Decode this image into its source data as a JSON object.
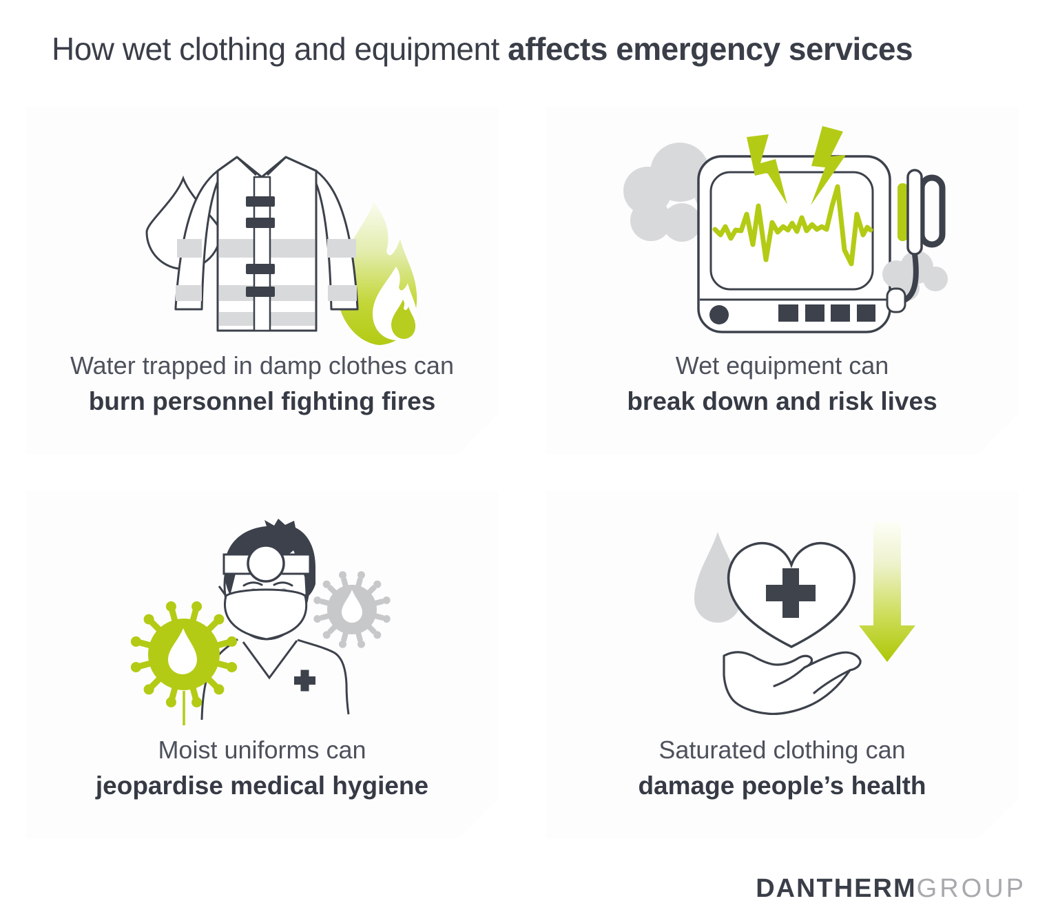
{
  "title": {
    "regular": "How wet clothing and equipment ",
    "bold": "affects emergency services"
  },
  "cards": [
    {
      "icon": "firefighter-jacket-flame",
      "line1": "Water trapped in damp clothes can",
      "line2": "burn personnel fighting fires"
    },
    {
      "icon": "wet-heart-monitor",
      "line1": "Wet equipment can",
      "line2": "break down and risk lives"
    },
    {
      "icon": "medic-with-viruses",
      "line1": "Moist uniforms can",
      "line2": "jeopardise medical hygiene"
    },
    {
      "icon": "heart-in-hand-declining",
      "line1": "Saturated clothing can",
      "line2": "damage people’s health"
    }
  ],
  "logo": {
    "primary": "DANTHERM",
    "secondary": "GROUP"
  },
  "colors": {
    "accent_green": "#b3cb14",
    "dark": "#3c414b",
    "light_gray": "#d8d9db",
    "mid_gray": "#c7c8ca",
    "logo_gray": "#a7a9ad",
    "text_dark": "#363a44"
  }
}
